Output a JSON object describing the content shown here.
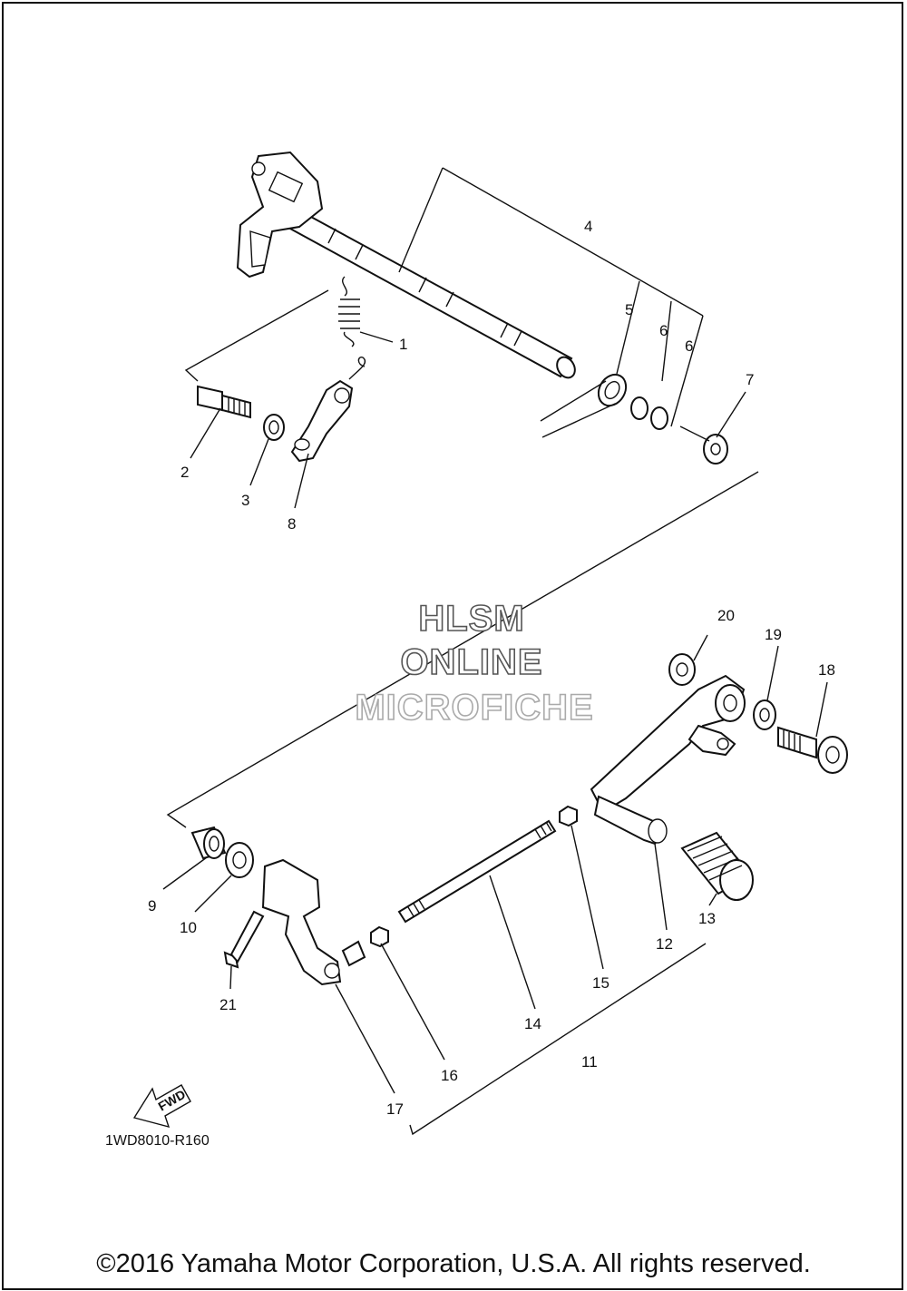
{
  "diagram_code": "1WD8010-R160",
  "copyright": "©2016 Yamaha Motor Corporation, U.S.A. All rights reserved.",
  "watermark": [
    "HLSM",
    "ONLINE",
    "MICROFICHE"
  ],
  "fwd_label": "FWD",
  "callouts": [
    "1",
    "2",
    "3",
    "4",
    "5",
    "6",
    "6",
    "7",
    "8",
    "9",
    "10",
    "11",
    "12",
    "13",
    "14",
    "15",
    "16",
    "17",
    "18",
    "19",
    "20",
    "21"
  ]
}
